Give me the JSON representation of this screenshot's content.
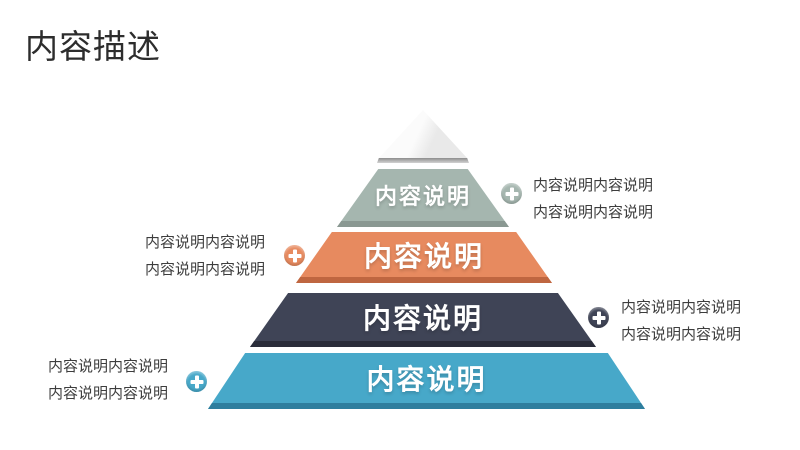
{
  "slide": {
    "title": "内容描述",
    "background_color": "#ffffff",
    "title_color": "#2d2d2d"
  },
  "pyramid": {
    "label_text_color": "#ffffff",
    "cap": {
      "fill_light": "#fbfbfb",
      "fill_dark": "#e9e9e9",
      "base_line_color": "#8d8d8d"
    },
    "layers": [
      {
        "label": "内容说明",
        "fill": "#a5b6af",
        "edge": "#8a9892",
        "icon": "plus-icon",
        "icon_color": "#a5b6af",
        "annotation_side": "right",
        "annotation_lines": [
          "内容说明内容说明",
          "内容说明内容说明"
        ]
      },
      {
        "label": "内容说明",
        "fill": "#e78a5f",
        "edge": "#bf6640",
        "icon": "plus-icon",
        "icon_color": "#e78a5f",
        "annotation_side": "left",
        "annotation_lines": [
          "内容说明内容说明",
          "内容说明内容说明"
        ]
      },
      {
        "label": "内容说明",
        "fill": "#3f4456",
        "edge": "#2a2d3a",
        "icon": "plus-icon",
        "icon_color": "#3f4456",
        "annotation_side": "right",
        "annotation_lines": [
          "内容说明内容说明",
          "内容说明内容说明"
        ]
      },
      {
        "label": "内容说明",
        "fill": "#47a8c9",
        "edge": "#2e7e9e",
        "icon": "plus-icon",
        "icon_color": "#47a8c9",
        "annotation_side": "left",
        "annotation_lines": [
          "内容说明内容说明",
          "内容说明内容说明"
        ]
      }
    ]
  },
  "annotations": {
    "text_color": "#3d3d3d"
  }
}
